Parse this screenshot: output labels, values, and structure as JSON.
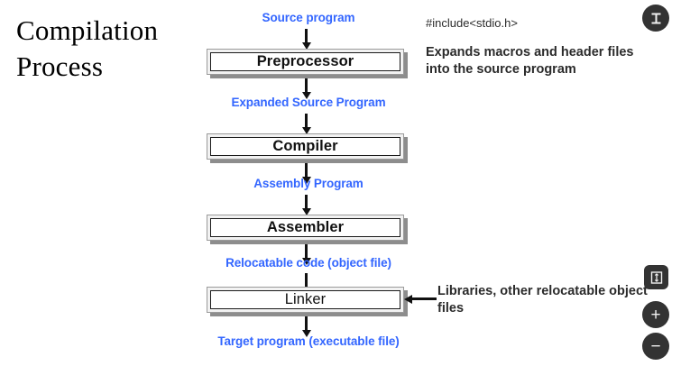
{
  "title": {
    "line1": "Compilation",
    "line2": "Process"
  },
  "flow": {
    "stages": [
      {
        "label": "Preprocessor",
        "weight": "bold"
      },
      {
        "label": "Compiler",
        "weight": "bold"
      },
      {
        "label": "Assembler",
        "weight": "bold"
      },
      {
        "label": "Linker",
        "weight": "light"
      }
    ],
    "edge_labels": [
      "Source program",
      "Expanded Source Program",
      "Assembly Program",
      "Relocatable code (object file)",
      "Target program (executable file)"
    ],
    "label_color": "#3366ff"
  },
  "annotations": {
    "include_directive": "#include<stdio.h>",
    "preprocessor_note": "Expands macros and header files into the source program",
    "linker_note": "Libraries, other relocatable object files"
  },
  "controls": {
    "fit": "fit-height-icon",
    "vertical_resize": "vertical-resize-icon",
    "zoom_in": "+",
    "zoom_out": "−",
    "background": "#333333"
  }
}
